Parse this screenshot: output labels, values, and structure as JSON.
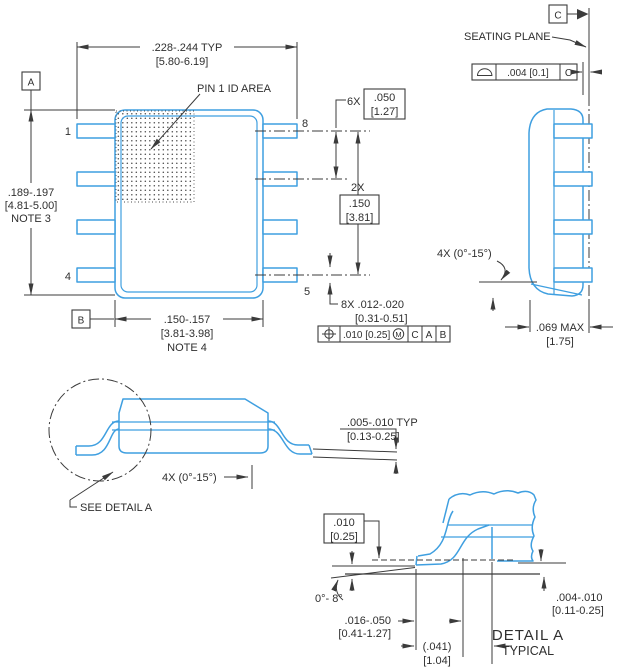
{
  "meta": {
    "description": "SOIC-8 package outline mechanical drawing"
  },
  "colors": {
    "part_outline": "#3f9fe0",
    "dimension_lines": "#3b3b3b",
    "text": "#2f2f2f",
    "background": "#ffffff"
  },
  "top_view": {
    "datum_a": "A",
    "datum_b": "B",
    "pin_1": "1",
    "pin_4": "4",
    "pin_5": "5",
    "pin_8": "8",
    "pin1_id_label": "PIN 1 ID AREA",
    "overall_width": ".228-.244  TYP",
    "overall_width_mm": "[5.80-6.19]",
    "body_length": ".189-.197",
    "body_length_mm": "[4.81-5.00]",
    "body_length_note": "NOTE 3",
    "body_width": ".150-.157",
    "body_width_mm": "[3.81-3.98]",
    "body_width_note": "NOTE 4",
    "pitch_qty": "6X",
    "pitch": ".050",
    "pitch_mm": "[1.27]",
    "span_qty": "2X",
    "span": ".150",
    "span_mm": "[3.81]",
    "lead_width": "8X .012-.020",
    "lead_width_mm": "[0.31-0.51]",
    "position_tolerance": ".010 [0.25]",
    "position_modifier": "M",
    "position_datums": {
      "primary": "C",
      "secondary": "A",
      "tertiary": "B"
    }
  },
  "side_view": {
    "datum_c": "C",
    "seating_plane_label": "SEATING PLANE",
    "profile_tolerance": ".004 [0.1]",
    "profile_datum": "C",
    "lead_angle": "4X (0°-15°)",
    "max_height": ".069 MAX",
    "max_height_mm": "[1.75]"
  },
  "front_view": {
    "see_detail_label": "SEE DETAIL A",
    "lead_angle": "4X (0°-15°)",
    "lead_thickness": ".005-.010  TYP",
    "lead_thickness_mm": "[0.13-0.25]"
  },
  "detail_a": {
    "gauge_plane": ".010",
    "gauge_plane_mm": "[0.25]",
    "foot_angle": "0°- 8°",
    "foot_length": ".016-.050",
    "foot_length_mm": "[0.41-1.27]",
    "lead_ref": "(.041)",
    "lead_ref_mm": "[1.04]",
    "standoff": ".004-.010",
    "standoff_mm": "[0.11-0.25]",
    "title": "DETAIL A",
    "subtitle": "TYPICAL"
  }
}
